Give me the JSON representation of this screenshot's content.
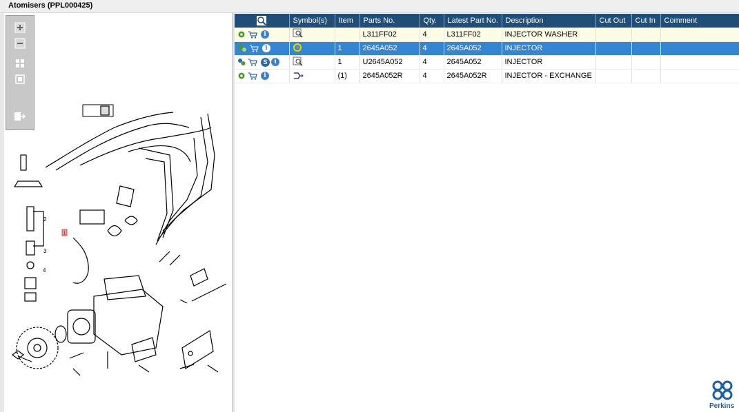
{
  "window": {
    "title": "Atomisers (PPL000425)"
  },
  "toolbox": {
    "tools": [
      "zoom-in-icon",
      "zoom-out-icon",
      "fit-all-icon",
      "fit-page-icon",
      "export-icon"
    ]
  },
  "diagram": {
    "callouts": [
      "2",
      "3",
      "4",
      "1"
    ]
  },
  "table": {
    "columns": [
      "Symbol(s)",
      "Item",
      "Parts No.",
      "Qty.",
      "Latest Part No.",
      "Description",
      "Cut Out",
      "Cut In",
      "Comment"
    ],
    "rows": [
      {
        "item": "",
        "part_no": "L311FF02",
        "qty": "4",
        "latest": "L311FF02",
        "desc": "INJECTOR WASHER",
        "cut_out": "",
        "cut_in": "",
        "comment": ""
      },
      {
        "item": "1",
        "part_no": "2645A052",
        "qty": "4",
        "latest": "2645A052",
        "desc": "INJECTOR",
        "cut_out": "",
        "cut_in": "",
        "comment": ""
      },
      {
        "item": "1",
        "part_no": "U2645A052",
        "qty": "4",
        "latest": "2645A052",
        "desc": "INJECTOR",
        "cut_out": "",
        "cut_in": "",
        "comment": ""
      },
      {
        "item": "(1)",
        "part_no": "2645A052R",
        "qty": "4",
        "latest": "2645A052R",
        "desc": "INJECTOR - EXCHANGE",
        "cut_out": "",
        "cut_in": "",
        "comment": ""
      }
    ],
    "selected_row": 1
  },
  "brand": {
    "name": "Perkins",
    "color": "#1b5fa7"
  },
  "colors": {
    "header_bg": "#1f4e79",
    "selected_bg": "#3385d6",
    "row0_bg": "#fefde6"
  }
}
